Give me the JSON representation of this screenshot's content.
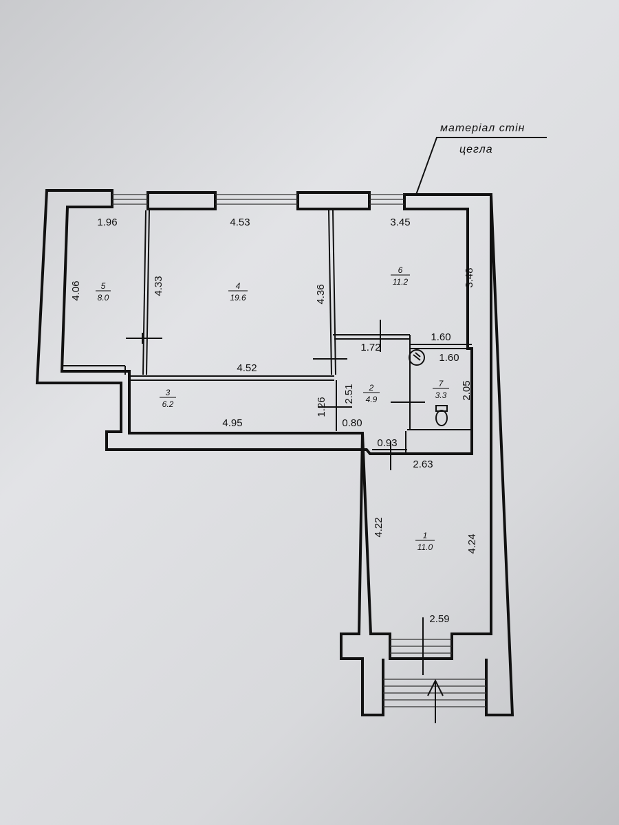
{
  "note": {
    "line1": "матеріал стін",
    "line2": "цегла"
  },
  "rooms": [
    {
      "id": "5",
      "number": "5",
      "area": "8.0"
    },
    {
      "id": "4",
      "number": "4",
      "area": "19.6"
    },
    {
      "id": "6",
      "number": "6",
      "area": "11.2"
    },
    {
      "id": "3",
      "number": "3",
      "area": "6.2"
    },
    {
      "id": "2",
      "number": "2",
      "area": "4.9"
    },
    {
      "id": "7",
      "number": "7",
      "area": "3.3"
    },
    {
      "id": "1",
      "number": "1",
      "area": "11.0"
    }
  ],
  "dimensions": [
    "1.96",
    "4.53",
    "3.45",
    "4.06",
    "4.33",
    "4.36",
    "3.48",
    "1.72",
    "1.60",
    "1.60",
    "4.52",
    "2.51",
    "1.26",
    "2.05",
    "4.95",
    "0.80",
    "0.93",
    "2.63",
    "4.22",
    "4.24",
    "2.59"
  ]
}
